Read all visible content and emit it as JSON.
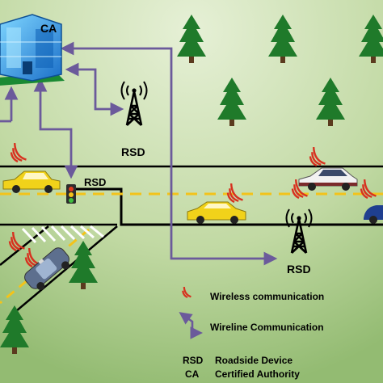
{
  "labels": {
    "ca": "CA",
    "rsd_top": "RSD",
    "rsd_intersection": "RSD",
    "rsd_bottom": "RSD"
  },
  "legend": {
    "wireless": "Wireless communication",
    "wireline": "Wireline Communication",
    "abbreviations": [
      {
        "abbr": "RSD",
        "meaning": "Roadside Device"
      },
      {
        "abbr": "CA",
        "meaning": "Certified Authority"
      }
    ]
  },
  "colors": {
    "background_light": "#dfeccb",
    "background_dark": "#9cc27a",
    "road": "#000000",
    "lane_dash": "#f3c31a",
    "wireline": "#6b5a9b",
    "wireless": "#d7311f",
    "tree": "#1f7a2a"
  }
}
